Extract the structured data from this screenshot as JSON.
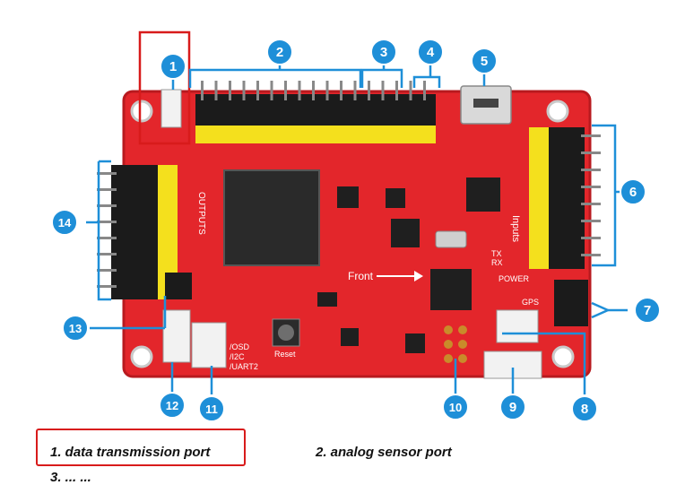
{
  "captions": {
    "c1": "1. data transmission port",
    "c2": "2. analog sensor port",
    "c3_partial": "3. ... ..."
  },
  "board_labels": {
    "front": "Front",
    "inputs": "Inputs",
    "outputs": "OUTPUTS",
    "power": "POWER",
    "gps": "GPS",
    "osd": "/OSD",
    "i2c": "/I2C",
    "uart2": "/UART2",
    "reset": "Reset",
    "tx": "TX",
    "rx": "RX"
  },
  "callouts": [
    "1",
    "2",
    "3",
    "4",
    "5",
    "6",
    "7",
    "8",
    "9",
    "10",
    "11",
    "12",
    "13",
    "14"
  ],
  "colors": {
    "board": "#e3262b",
    "board_dark": "#b81a1f",
    "header_yellow": "#f4e01d",
    "pin_black": "#1b1b1b",
    "callout_blue": "#1e8fd8",
    "callout_line": "#1e8fd8",
    "highlight_box": "#d81b1b"
  }
}
